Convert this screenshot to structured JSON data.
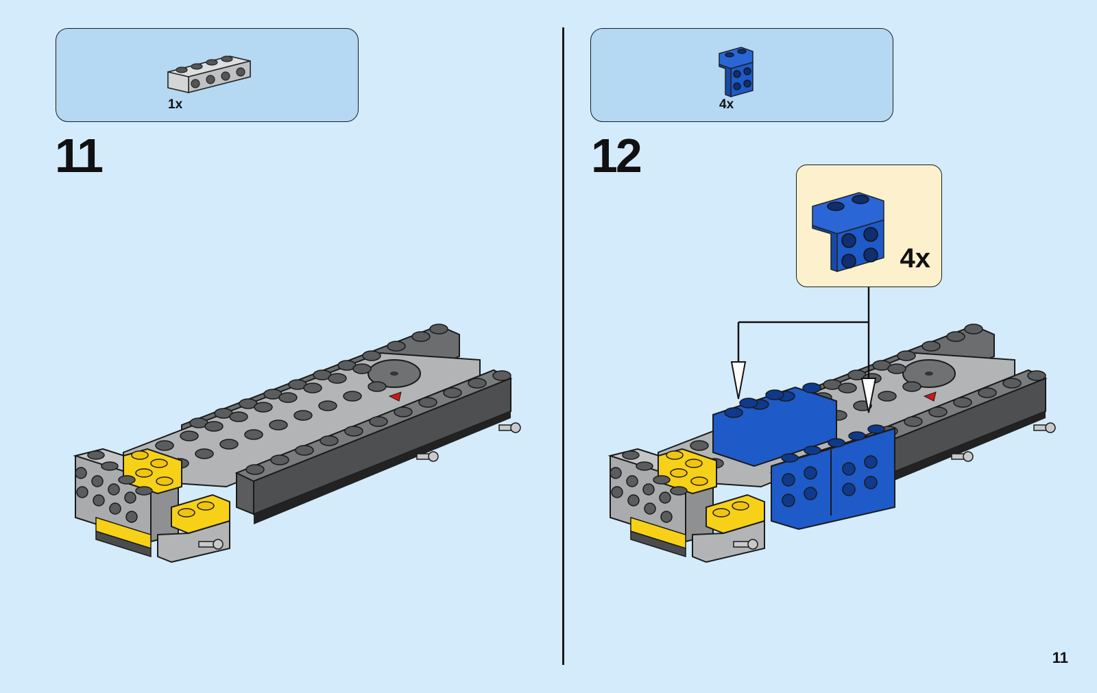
{
  "steps": [
    {
      "number": "11",
      "parts": [
        {
          "qty": "1x",
          "name": "light-gray-brick-1x4-with-side-studs"
        }
      ]
    },
    {
      "number": "12",
      "parts": [
        {
          "qty": "4x",
          "name": "blue-bracket-1x2-2x2"
        }
      ],
      "callout": {
        "qty": "4x"
      }
    }
  ],
  "page_number": "11",
  "colors": {
    "background": "#d4ebfb",
    "parts_box": "#b5d8f3",
    "callout": "#fdf0cc",
    "dark_gray": "#5a5c5e",
    "light_gray": "#a9abad",
    "yellow": "#f7d117",
    "blue": "#1e5ac8"
  }
}
